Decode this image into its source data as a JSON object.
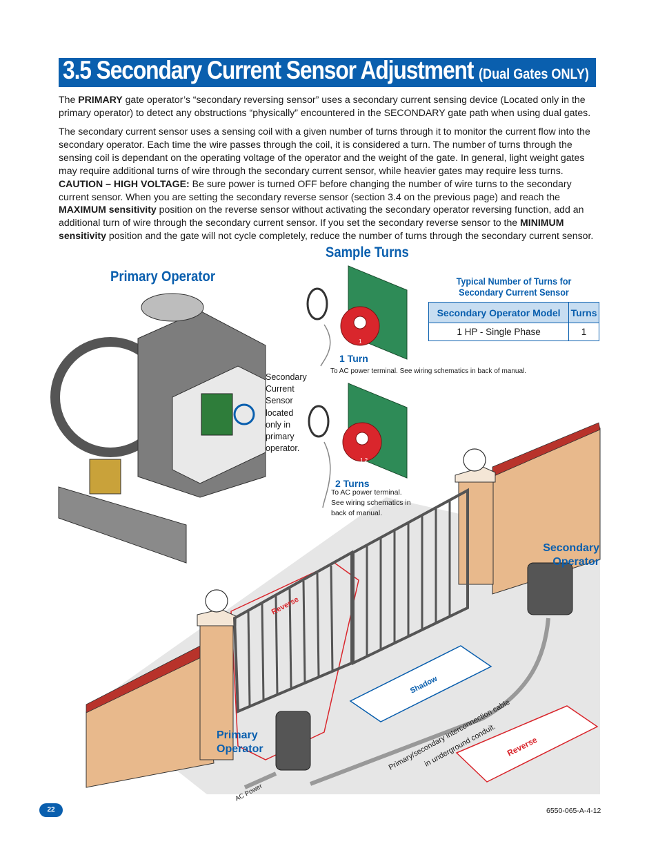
{
  "title": {
    "main": "3.5 Secondary Current Sensor Adjustment",
    "sub": "(Dual Gates ONLY)"
  },
  "intro": {
    "p1_a": "The ",
    "p1_b": "PRIMARY",
    "p1_c": " gate operator’s “secondary reversing sensor” uses a secondary current sensing device (Located only in the primary operator) to detect any obstructions “physically” encountered in the SECONDARY gate path when using dual gates.",
    "p2_a": "The secondary current sensor uses a sensing coil with a given number of turns through it to monitor the current flow into the secondary operator. Each time the wire passes through the coil, it is considered a turn. The number of turns through the sensing coil is dependant on the operating voltage of the operator and the weight of the gate. In general, light weight gates may require additional turns of wire through the secondary current sensor, while heavier gates may require less turns. ",
    "p2_b": "CAUTION – HIGH VOLTAGE:",
    "p2_c": " Be sure power is turned OFF before changing the number of wire turns to the secondary current sensor. When you are setting the secondary reverse sensor (section 3.4 on the previous page) and reach the ",
    "p2_d": "MAXIMUM sensitivity",
    "p2_e": " position on the reverse sensor without activating the secondary operator reversing function, add an additional turn of wire through the secondary current sensor. If you set the secondary reverse sensor to the ",
    "p2_f": "MINIMUM sensitivity",
    "p2_g": " position and the gate will not cycle completely, reduce the number of turns through the secondary current sensor."
  },
  "headings": {
    "sample_turns": "Sample Turns",
    "primary_operator": "Primary Operator"
  },
  "table": {
    "title": "Typical Number of Turns for Secondary Current Sensor",
    "headers": [
      "Secondary Operator Model",
      "Turns"
    ],
    "rows": [
      [
        "1 HP - Single Phase",
        "1"
      ]
    ]
  },
  "turn_one": {
    "label": "1 Turn",
    "note": "To AC power terminal. See wiring schematics in back of manual.",
    "coil_number": "1"
  },
  "turn_two": {
    "label": "2 Turns",
    "note_lines": [
      "To AC power terminal.",
      "See wiring schematics in",
      "back of manual."
    ],
    "coil_numbers": "1 2"
  },
  "sensor_callout": [
    "Secondary",
    "Current",
    "Sensor",
    "located",
    "only in",
    "primary",
    "operator."
  ],
  "gate_labels": {
    "secondary_operator": [
      "Secondary",
      "Operator"
    ],
    "primary_operator": [
      "Primary",
      "Operator"
    ],
    "shadow": "Shadow",
    "reverse_bottom": "Reverse",
    "reverse_top": "Reverse",
    "cable": [
      "Primary/secondary interconnection cable",
      "in underground conduit."
    ],
    "ac_power": "AC Power"
  },
  "footer": {
    "page": "22",
    "doc_code": "6550-065-A-4-12"
  },
  "colors": {
    "brand_blue": "#0a5fae",
    "table_header_fill": "#c7ddf1",
    "zone_red": "#d9262c",
    "brick": "#b8332b",
    "wall": "#e8b98c"
  }
}
